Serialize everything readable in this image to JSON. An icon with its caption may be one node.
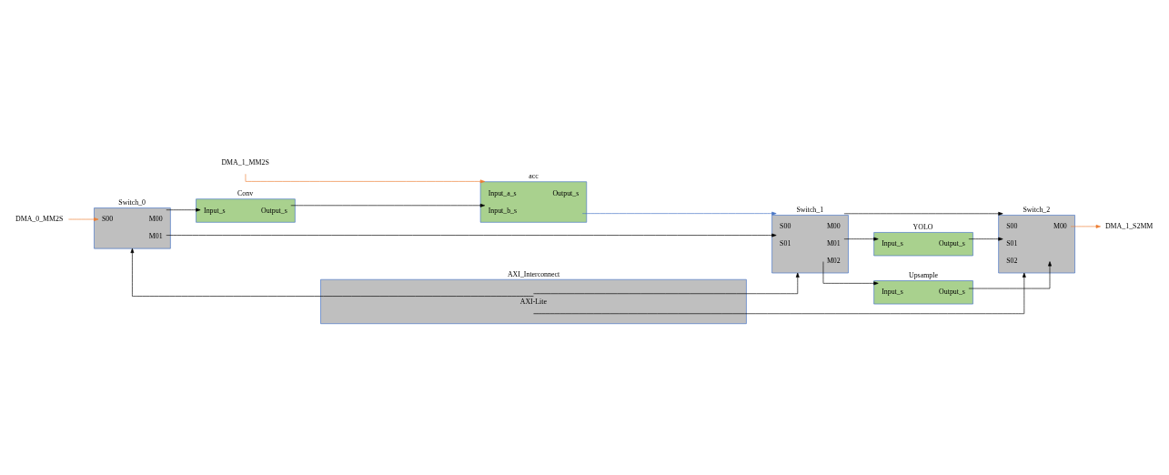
{
  "diagram": {
    "nodes": [
      {
        "text": [
          "Switch_0",
          "S00",
          "M00",
          "M01"
        ]
      },
      {
        "text": [
          "Conv",
          "Input_s",
          "Output_s"
        ]
      },
      {
        "text": [
          "acc",
          "Input_a_s",
          "Input_b_s",
          "Output_s"
        ]
      },
      {
        "text": [
          "Switch_1",
          "S00",
          "S01",
          "M00",
          "M01",
          "M02"
        ]
      },
      {
        "text": [
          "YOLO",
          "Input_s",
          "Output_s"
        ]
      },
      {
        "text": [
          "Upsample",
          "Input_s",
          "Output_s"
        ]
      },
      {
        "text": [
          "Switch_2",
          "S00",
          "S01",
          "S02",
          "M00"
        ]
      },
      {
        "text": [
          "AXI_Interconnect",
          "AXI-Lite"
        ]
      },
      {
        "text": [
          "DMA_0_MM2S"
        ]
      },
      {
        "text": [
          "DMA_1_MM2S"
        ]
      },
      {
        "text": [
          "DMA_1_S2MM"
        ]
      }
    ],
    "edges": [
      {
        "from": 8,
        "to": 0,
        "arrow": "to",
        "color": "#ed7d31"
      },
      {
        "from": 9,
        "to": 2,
        "arrow": "to",
        "color": "#ed7d31"
      },
      {
        "from": 0,
        "to": 1,
        "arrow": "to"
      },
      {
        "from": 1,
        "to": 2,
        "arrow": "to"
      },
      {
        "from": 2,
        "to": 3,
        "arrow": "to",
        "color": "#4472c4"
      },
      {
        "from": 0,
        "to": 3,
        "arrow": "to"
      },
      {
        "from": 3,
        "to": 6,
        "arrow": "to"
      },
      {
        "from": 3,
        "to": 4,
        "arrow": "to"
      },
      {
        "from": 3,
        "to": 5,
        "arrow": "to"
      },
      {
        "from": 4,
        "to": 6,
        "arrow": "to"
      },
      {
        "from": 5,
        "to": 6,
        "arrow": "to"
      },
      {
        "from": 6,
        "to": 10,
        "arrow": "to",
        "color": "#ed7d31"
      },
      {
        "from": 7,
        "to": 0,
        "arrow": "to"
      },
      {
        "from": 7,
        "to": 3,
        "arrow": "to"
      },
      {
        "from": 7,
        "to": 6,
        "arrow": "to"
      }
    ]
  }
}
